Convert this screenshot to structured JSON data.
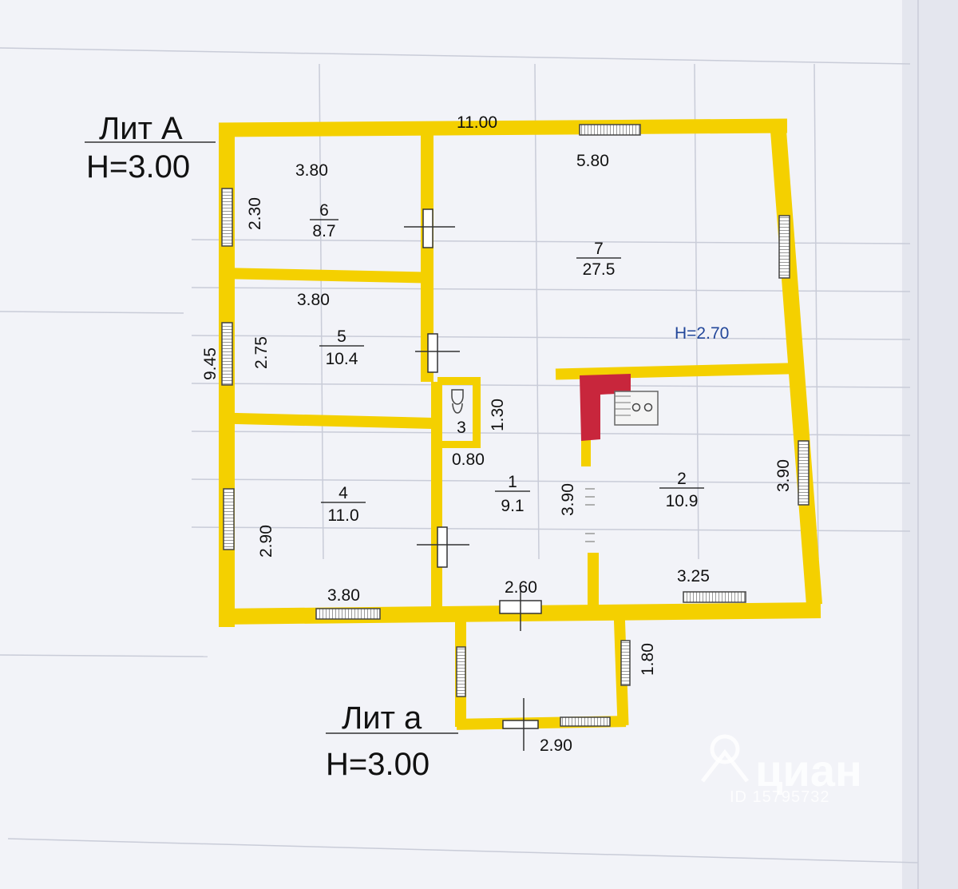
{
  "plan": {
    "lit_main": "Лит А",
    "height_main": "H=3.00",
    "lit_porch": "Лит а",
    "height_porch": "H=3.00",
    "height_room7": "H=2.70"
  },
  "dimensions": {
    "top_total": "11.00",
    "top_right": "5.80",
    "room6_width": "3.80",
    "room6_depth": "2.30",
    "room5_width": "3.80",
    "room5_depth": "2.75",
    "left_total": "9.45",
    "bath_depth": "1.30",
    "bath_width": "0.80",
    "room4_depth": "2.90",
    "room4_width": "3.80",
    "corridor_depth": "3.90",
    "corridor_width": "2.60",
    "room2_width": "3.25",
    "right_depth": "3.90",
    "porch_depth": "1.80",
    "porch_width": "2.90"
  },
  "rooms": [
    {
      "num": "1",
      "area": "9.1"
    },
    {
      "num": "2",
      "area": "10.9"
    },
    {
      "num": "3",
      "area": ""
    },
    {
      "num": "4",
      "area": "11.0"
    },
    {
      "num": "5",
      "area": "10.4"
    },
    {
      "num": "6",
      "area": "8.7"
    },
    {
      "num": "7",
      "area": "27.5"
    }
  ],
  "watermark": {
    "brand": "циан",
    "id": "ID 15795732"
  },
  "colors": {
    "wall": "#f4d000",
    "stove": "#c8263c",
    "paper": "#f4f5f9",
    "blue_text": "#23479a"
  }
}
